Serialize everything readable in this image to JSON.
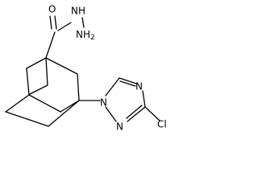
{
  "molecule": {
    "atoms": {
      "carbonyl_o": "O",
      "hydrazide_nh": "NH",
      "nh2_n": "NH",
      "nh2_sub": "2",
      "triazole_n1": "N",
      "triazole_n2": "N",
      "triazole_n4": "N",
      "chlorine": "Cl"
    }
  }
}
